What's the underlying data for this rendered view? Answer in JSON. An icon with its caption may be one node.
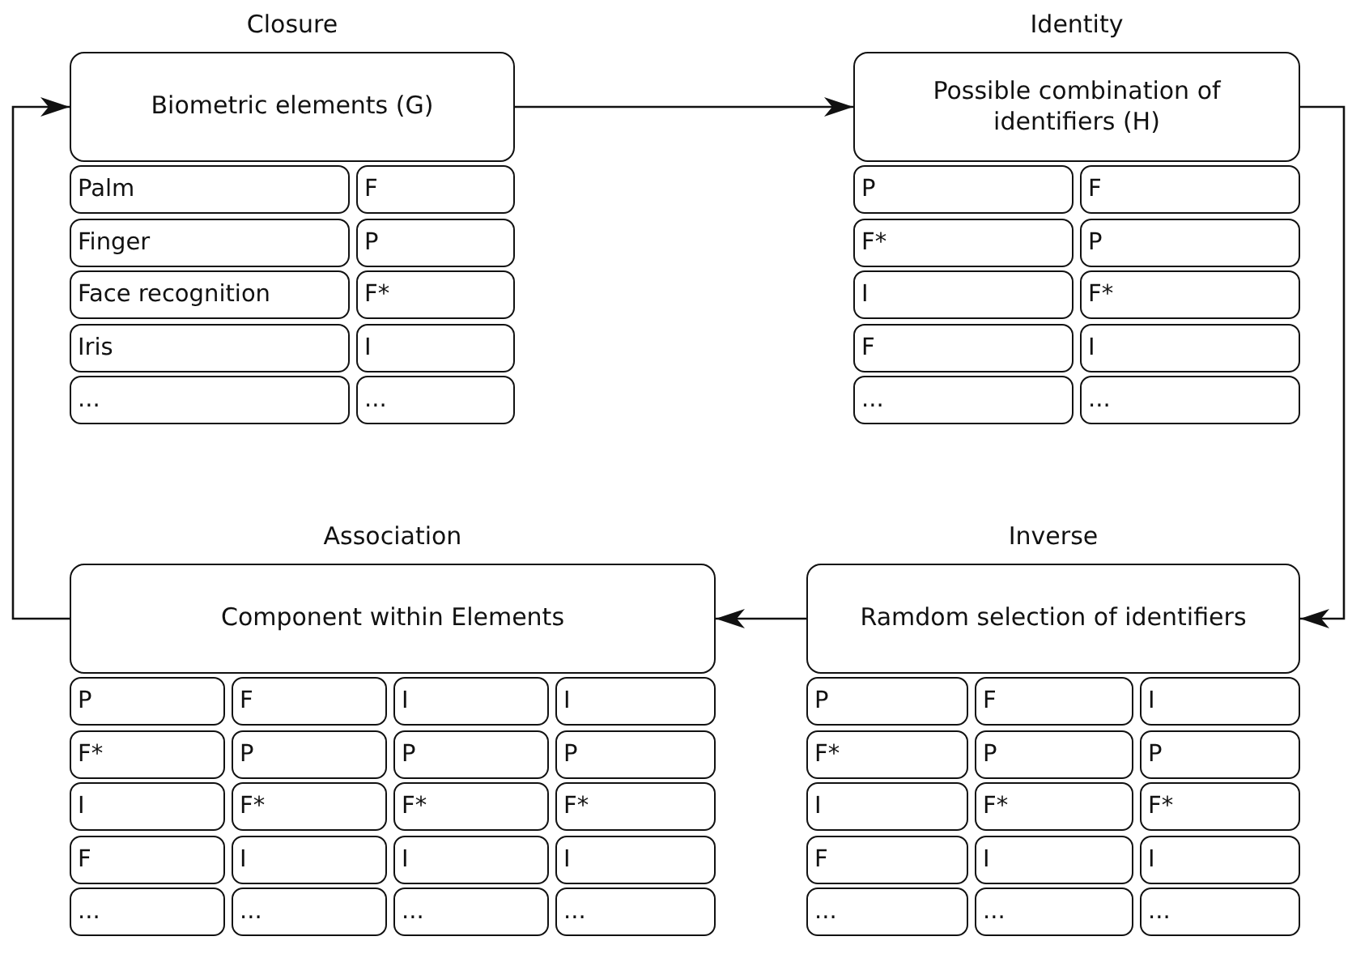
{
  "diagram": {
    "nodes": [
      {
        "text": [
          "Closure",
          "Biometric elements (G)"
        ]
      },
      {
        "text": [
          "Palm"
        ]
      },
      {
        "text": [
          "F"
        ]
      },
      {
        "text": [
          "Finger"
        ]
      },
      {
        "text": [
          "P"
        ]
      },
      {
        "text": [
          "Face recognition"
        ]
      },
      {
        "text": [
          "F*"
        ]
      },
      {
        "text": [
          "Iris"
        ]
      },
      {
        "text": [
          "I"
        ]
      },
      {
        "text": [
          "..."
        ]
      },
      {
        "text": [
          "..."
        ]
      },
      {
        "text": [
          "Identity",
          "Possible combination of identifiers (H)"
        ]
      },
      {
        "text": [
          "P"
        ]
      },
      {
        "text": [
          "F"
        ]
      },
      {
        "text": [
          "F*"
        ]
      },
      {
        "text": [
          "P"
        ]
      },
      {
        "text": [
          "I"
        ]
      },
      {
        "text": [
          "F*"
        ]
      },
      {
        "text": [
          "F"
        ]
      },
      {
        "text": [
          "I"
        ]
      },
      {
        "text": [
          "..."
        ]
      },
      {
        "text": [
          "..."
        ]
      },
      {
        "text": [
          "Association",
          "Component within Elements"
        ]
      },
      {
        "text": [
          "P"
        ]
      },
      {
        "text": [
          "F"
        ]
      },
      {
        "text": [
          "I"
        ]
      },
      {
        "text": [
          "I"
        ]
      },
      {
        "text": [
          "F*"
        ]
      },
      {
        "text": [
          "P"
        ]
      },
      {
        "text": [
          "P"
        ]
      },
      {
        "text": [
          "P"
        ]
      },
      {
        "text": [
          "I"
        ]
      },
      {
        "text": [
          "F*"
        ]
      },
      {
        "text": [
          "F*"
        ]
      },
      {
        "text": [
          "F*"
        ]
      },
      {
        "text": [
          "F"
        ]
      },
      {
        "text": [
          "I"
        ]
      },
      {
        "text": [
          "I"
        ]
      },
      {
        "text": [
          "I"
        ]
      },
      {
        "text": [
          "..."
        ]
      },
      {
        "text": [
          "..."
        ]
      },
      {
        "text": [
          "..."
        ]
      },
      {
        "text": [
          "..."
        ]
      },
      {
        "text": [
          "Inverse",
          "Ramdom selection of identifiers"
        ]
      },
      {
        "text": [
          "P"
        ]
      },
      {
        "text": [
          "F"
        ]
      },
      {
        "text": [
          "I"
        ]
      },
      {
        "text": [
          "F*"
        ]
      },
      {
        "text": [
          "P"
        ]
      },
      {
        "text": [
          "P"
        ]
      },
      {
        "text": [
          "I"
        ]
      },
      {
        "text": [
          "F*"
        ]
      },
      {
        "text": [
          "F*"
        ]
      },
      {
        "text": [
          "F"
        ]
      },
      {
        "text": [
          "I"
        ]
      },
      {
        "text": [
          "I"
        ]
      },
      {
        "text": [
          "..."
        ]
      },
      {
        "text": [
          "..."
        ]
      },
      {
        "text": [
          "..."
        ]
      }
    ],
    "edges": [
      {
        "from": 0,
        "to": 11,
        "arrow": "to"
      },
      {
        "from": 11,
        "to": 43,
        "arrow": "to"
      },
      {
        "from": 43,
        "to": 22,
        "arrow": "to"
      },
      {
        "from": 22,
        "to": 0,
        "arrow": "to"
      }
    ]
  }
}
